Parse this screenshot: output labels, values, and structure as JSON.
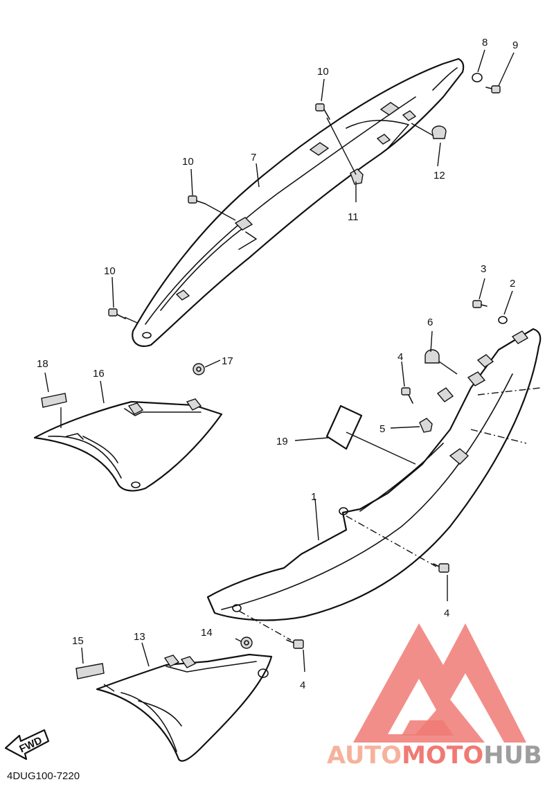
{
  "diagram_code": "4DUG100-7220",
  "fwd_label": "FWD",
  "watermark": {
    "part1": "AUTO",
    "part2": "MOTO",
    "part3": "HUB",
    "color_main": "#f07a74",
    "color_light": "#f6b29c",
    "color_dark": "#9e9e9e"
  },
  "callouts": {
    "c1": "1",
    "c2": "2",
    "c3": "3",
    "c4a": "4",
    "c4b": "4",
    "c4c": "4",
    "c5": "5",
    "c6": "6",
    "c7": "7",
    "c8": "8",
    "c9": "9",
    "c10a": "10",
    "c10b": "10",
    "c10c": "10",
    "c11": "11",
    "c12": "12",
    "c13": "13",
    "c14": "14",
    "c15": "15",
    "c16": "16",
    "c17": "17",
    "c18": "18",
    "c19": "19"
  }
}
